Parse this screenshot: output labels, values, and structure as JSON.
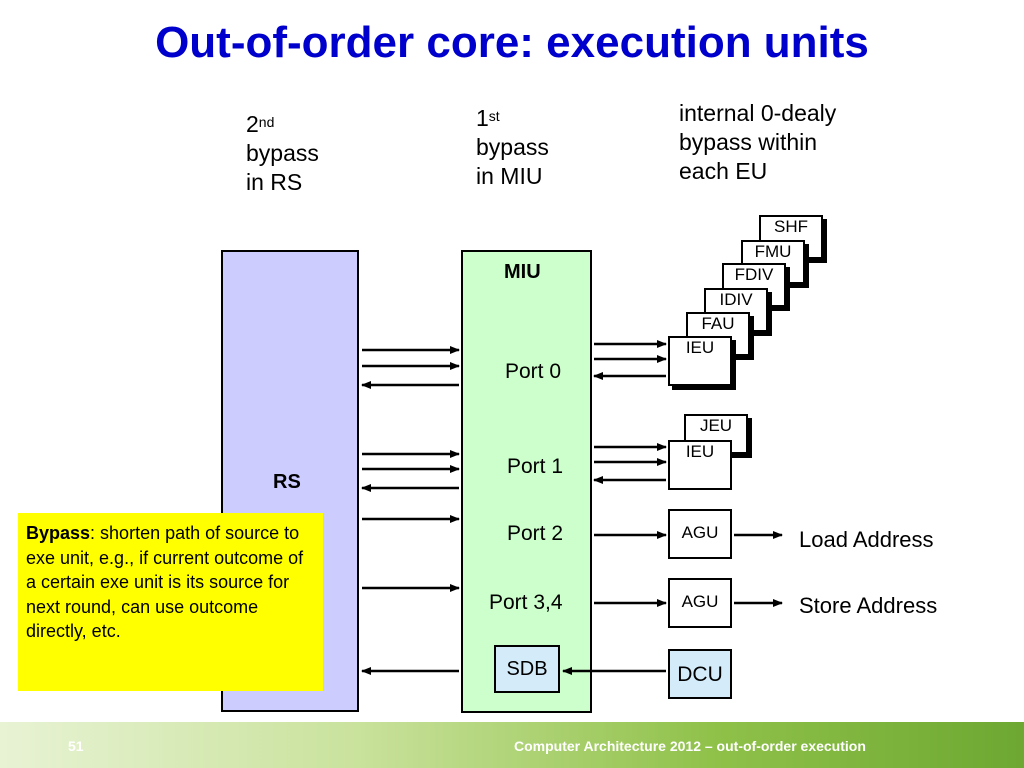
{
  "title": "Out-of-order core: execution units",
  "labels": {
    "second_bypass": {
      "num": "2",
      "sup": "nd",
      "line2": "bypass",
      "line3": "in RS"
    },
    "first_bypass": {
      "num": "1",
      "sup": "st",
      "line2": "bypass",
      "line3": "in MIU"
    },
    "internal": {
      "line1": "internal 0-dealy",
      "line2": "bypass within",
      "line3": "each EU"
    }
  },
  "blocks": {
    "rs": "RS",
    "miu": "MIU",
    "ports": [
      "Port 0",
      "Port 1",
      "Port 2",
      "Port 3,4"
    ],
    "sdb": "SDB"
  },
  "exec_units": {
    "port0_stack": [
      "SHF",
      "FMU",
      "FDIV",
      "IDIV",
      "FAU",
      "IEU"
    ],
    "port1_stack": [
      "JEU",
      "IEU"
    ],
    "port2": "AGU",
    "port34": "AGU",
    "dcu": "DCU"
  },
  "outputs": {
    "load": "Load Address",
    "store": "Store Address"
  },
  "note": {
    "bold": "Bypass",
    "text": ": shorten path of source to exe unit, e.g., if current outcome of a certain exe unit is its source for next round, can use outcome directly, etc."
  },
  "footer": {
    "page": "51",
    "text": "Computer Architecture 2012 – out-of-order execution"
  },
  "colors": {
    "title": "#0000cc",
    "rs_fill": "#ccccff",
    "miu_fill": "#ccffcc",
    "light_blue": "#d4ecfa",
    "note_fill": "#ffff00"
  }
}
